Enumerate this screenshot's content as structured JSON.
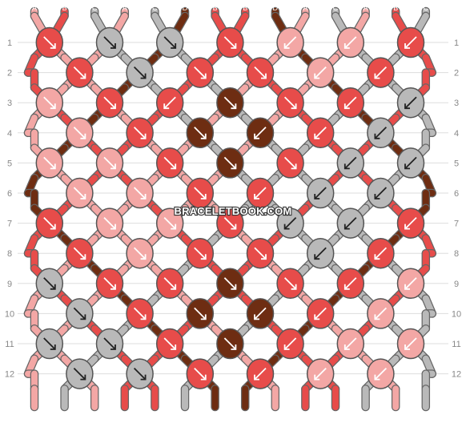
{
  "colors": {
    "A": "#f3a7a5",
    "B": "#e74c4a",
    "C": "#b9b9b9",
    "D": "#6e2d12"
  },
  "strands": [
    "A",
    "B",
    "C",
    "A",
    "C",
    "D",
    "B",
    "B",
    "D",
    "A",
    "C",
    "A",
    "B",
    "C"
  ],
  "watermark": "BRACELETBOOK.COM",
  "row_labels": [
    "1",
    "2",
    "3",
    "4",
    "5",
    "6",
    "7",
    "8",
    "9",
    "10",
    "11",
    "12"
  ],
  "knots": [
    [
      {
        "c": "B",
        "d": "BR"
      },
      {
        "c": "C",
        "d": "BR"
      },
      {
        "c": "C",
        "d": "BR"
      },
      {
        "c": "B",
        "d": "BR"
      },
      {
        "c": "A",
        "d": "BL"
      },
      {
        "c": "A",
        "d": "BL"
      },
      {
        "c": "B",
        "d": "BL"
      }
    ],
    [
      {
        "c": "B",
        "d": "BR"
      },
      {
        "c": "C",
        "d": "BR"
      },
      {
        "c": "B",
        "d": "BR"
      },
      {
        "c": "B",
        "d": "BR"
      },
      {
        "c": "A",
        "d": "BL"
      },
      {
        "c": "B",
        "d": "BL"
      }
    ],
    [
      {
        "c": "A",
        "d": "BR"
      },
      {
        "c": "B",
        "d": "BR"
      },
      {
        "c": "B",
        "d": "BL"
      },
      {
        "c": "D",
        "d": "BR"
      },
      {
        "c": "B",
        "d": "BR"
      },
      {
        "c": "B",
        "d": "BL"
      },
      {
        "c": "C",
        "d": "BL"
      }
    ],
    [
      {
        "c": "A",
        "d": "BR"
      },
      {
        "c": "B",
        "d": "BR"
      },
      {
        "c": "D",
        "d": "BR"
      },
      {
        "c": "D",
        "d": "BL"
      },
      {
        "c": "B",
        "d": "BL"
      },
      {
        "c": "C",
        "d": "BL"
      }
    ],
    [
      {
        "c": "A",
        "d": "BR"
      },
      {
        "c": "A",
        "d": "BR"
      },
      {
        "c": "B",
        "d": "BR"
      },
      {
        "c": "D",
        "d": "BR"
      },
      {
        "c": "B",
        "d": "BR"
      },
      {
        "c": "C",
        "d": "BL"
      },
      {
        "c": "C",
        "d": "BL"
      }
    ],
    [
      {
        "c": "A",
        "d": "BR"
      },
      {
        "c": "A",
        "d": "BR"
      },
      {
        "c": "B",
        "d": "BR"
      },
      {
        "c": "B",
        "d": "BL"
      },
      {
        "c": "C",
        "d": "BL"
      },
      {
        "c": "C",
        "d": "BL"
      }
    ],
    [
      {
        "c": "B",
        "d": "BR"
      },
      {
        "c": "A",
        "d": "BR"
      },
      {
        "c": "A",
        "d": "BR"
      },
      {
        "c": "B",
        "d": "BR"
      },
      {
        "c": "C",
        "d": "BL"
      },
      {
        "c": "C",
        "d": "BL"
      },
      {
        "c": "B",
        "d": "BL"
      }
    ],
    [
      {
        "c": "B",
        "d": "BR"
      },
      {
        "c": "A",
        "d": "BR"
      },
      {
        "c": "B",
        "d": "BR"
      },
      {
        "c": "B",
        "d": "BR"
      },
      {
        "c": "C",
        "d": "BL"
      },
      {
        "c": "B",
        "d": "BL"
      }
    ],
    [
      {
        "c": "C",
        "d": "BR"
      },
      {
        "c": "B",
        "d": "BR"
      },
      {
        "c": "B",
        "d": "BR"
      },
      {
        "c": "D",
        "d": "BR"
      },
      {
        "c": "B",
        "d": "BR"
      },
      {
        "c": "B",
        "d": "BL"
      },
      {
        "c": "A",
        "d": "BL"
      }
    ],
    [
      {
        "c": "C",
        "d": "BR"
      },
      {
        "c": "B",
        "d": "BR"
      },
      {
        "c": "D",
        "d": "BR"
      },
      {
        "c": "D",
        "d": "BL"
      },
      {
        "c": "B",
        "d": "BL"
      },
      {
        "c": "A",
        "d": "BL"
      }
    ],
    [
      {
        "c": "C",
        "d": "BR"
      },
      {
        "c": "C",
        "d": "BR"
      },
      {
        "c": "B",
        "d": "BR"
      },
      {
        "c": "D",
        "d": "BR"
      },
      {
        "c": "B",
        "d": "BL"
      },
      {
        "c": "A",
        "d": "BL"
      },
      {
        "c": "A",
        "d": "BL"
      }
    ],
    [
      {
        "c": "C",
        "d": "BR"
      },
      {
        "c": "C",
        "d": "BR"
      },
      {
        "c": "B",
        "d": "BR"
      },
      {
        "c": "B",
        "d": "BL"
      },
      {
        "c": "A",
        "d": "BL"
      },
      {
        "c": "A",
        "d": "BL"
      }
    ]
  ]
}
